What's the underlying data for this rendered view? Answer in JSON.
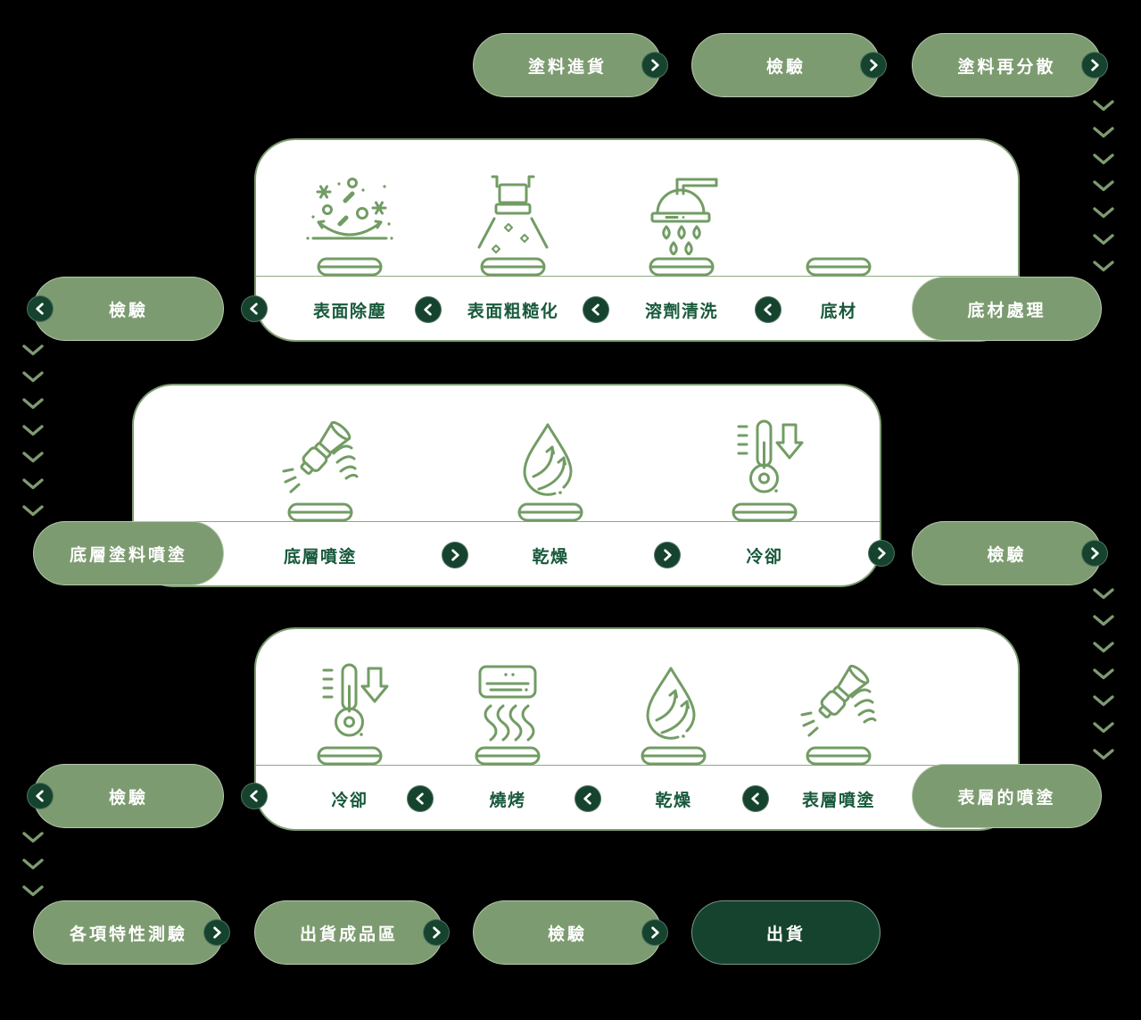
{
  "palette": {
    "background": "#000000",
    "pill_green": "#7d9b70",
    "dark_green": "#15432e",
    "label_green": "#17593a",
    "icon_green": "#729c64",
    "panel_white": "#ffffff"
  },
  "top_row": {
    "paint_incoming": "塗料進貨",
    "inspection": "檢驗",
    "paint_redispersion": "塗料再分散"
  },
  "substrate_row": {
    "inspection": "檢驗",
    "title_pill": "底材處理",
    "stations": {
      "dust_removal": "表面除塵",
      "roughening": "表面粗糙化",
      "solvent_cleaning": "溶劑清洗",
      "substrate": "底材"
    }
  },
  "base_coat_row": {
    "title_pill": "底層塗料噴塗",
    "inspection": "檢驗",
    "stations": {
      "base_spray": "底層噴塗",
      "drying": "乾燥",
      "cooling": "冷卻"
    }
  },
  "top_coat_row": {
    "inspection": "檢驗",
    "title_pill": "表層的噴塗",
    "stations": {
      "cooling": "冷卻",
      "baking": "燒烤",
      "drying": "乾燥",
      "top_spray": "表層噴塗"
    }
  },
  "final_row": {
    "property_tests": "各項特性測驗",
    "finished_goods_area": "出貨成品區",
    "inspection": "檢驗",
    "shipping": "出貨"
  }
}
